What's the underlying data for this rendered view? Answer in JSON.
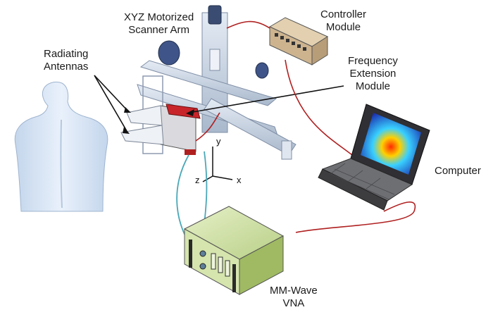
{
  "labels": {
    "scanner_arm": [
      "XYZ Motorized",
      "Scanner  Arm"
    ],
    "controller": [
      "Controller",
      "Module"
    ],
    "radiating_antennas": [
      "Radiating",
      "Antennas"
    ],
    "frequency_extension": [
      "Frequency",
      "Extension",
      "Module"
    ],
    "computer": [
      "Computer"
    ],
    "vna": [
      "MM-Wave",
      "VNA"
    ]
  },
  "axes": {
    "x": "x",
    "y": "y",
    "z": "z"
  },
  "colors": {
    "cable_red": "#b02020",
    "cable_teal": "#4aa8b8",
    "rail": "#c9d4e2",
    "vna_green": "#c8dc9a",
    "body": "#dbe7f5"
  }
}
